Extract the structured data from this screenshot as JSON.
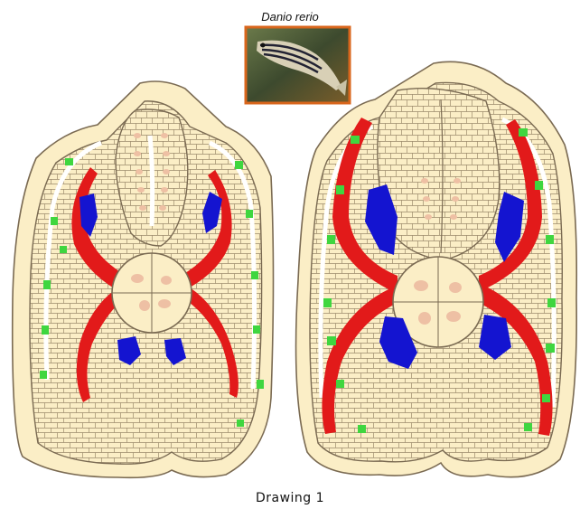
{
  "species_label": "Danio rerio",
  "figure_caption": "Drawing 1",
  "colors": {
    "background": "#ffffff",
    "cell_fill": "#fbeec6",
    "cell_outline": "#7a6a52",
    "nucleus": "#eec0a4",
    "red_muscle": "#e21a1a",
    "green_muscle": "#3fd63f",
    "blue_region": "#1414d0",
    "photo_border": "#d9661c"
  },
  "legend": [],
  "icons": [
    "zebrafish-photo"
  ]
}
